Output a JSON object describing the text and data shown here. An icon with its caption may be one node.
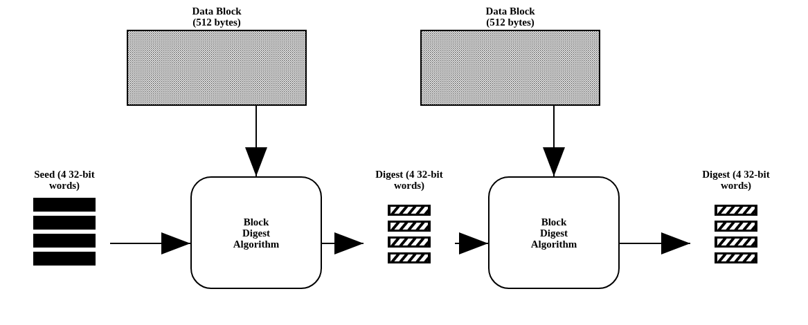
{
  "diagram": {
    "nodes": [
      {
        "text": [
          "Data Block (512 bytes)"
        ]
      },
      {
        "text": [
          "Data Block (512 bytes)"
        ]
      },
      {
        "text": [
          "Seed (4 32-bit words)"
        ]
      },
      {
        "text": [
          "Block Digest Algorithm"
        ]
      },
      {
        "text": [
          "Digest (4 32-bit words)"
        ]
      },
      {
        "text": [
          "Block Digest Algorithm"
        ]
      },
      {
        "text": [
          "Digest (4 32-bit words)"
        ]
      }
    ],
    "edges": [
      {
        "from": 0,
        "to": 3,
        "arrow": "to"
      },
      {
        "from": 2,
        "to": 3,
        "arrow": "to"
      },
      {
        "from": 3,
        "to": 4,
        "arrow": "to"
      },
      {
        "from": 4,
        "to": 5,
        "arrow": "to"
      },
      {
        "from": 1,
        "to": 5,
        "arrow": "to"
      },
      {
        "from": 5,
        "to": 6,
        "arrow": "to"
      }
    ]
  }
}
